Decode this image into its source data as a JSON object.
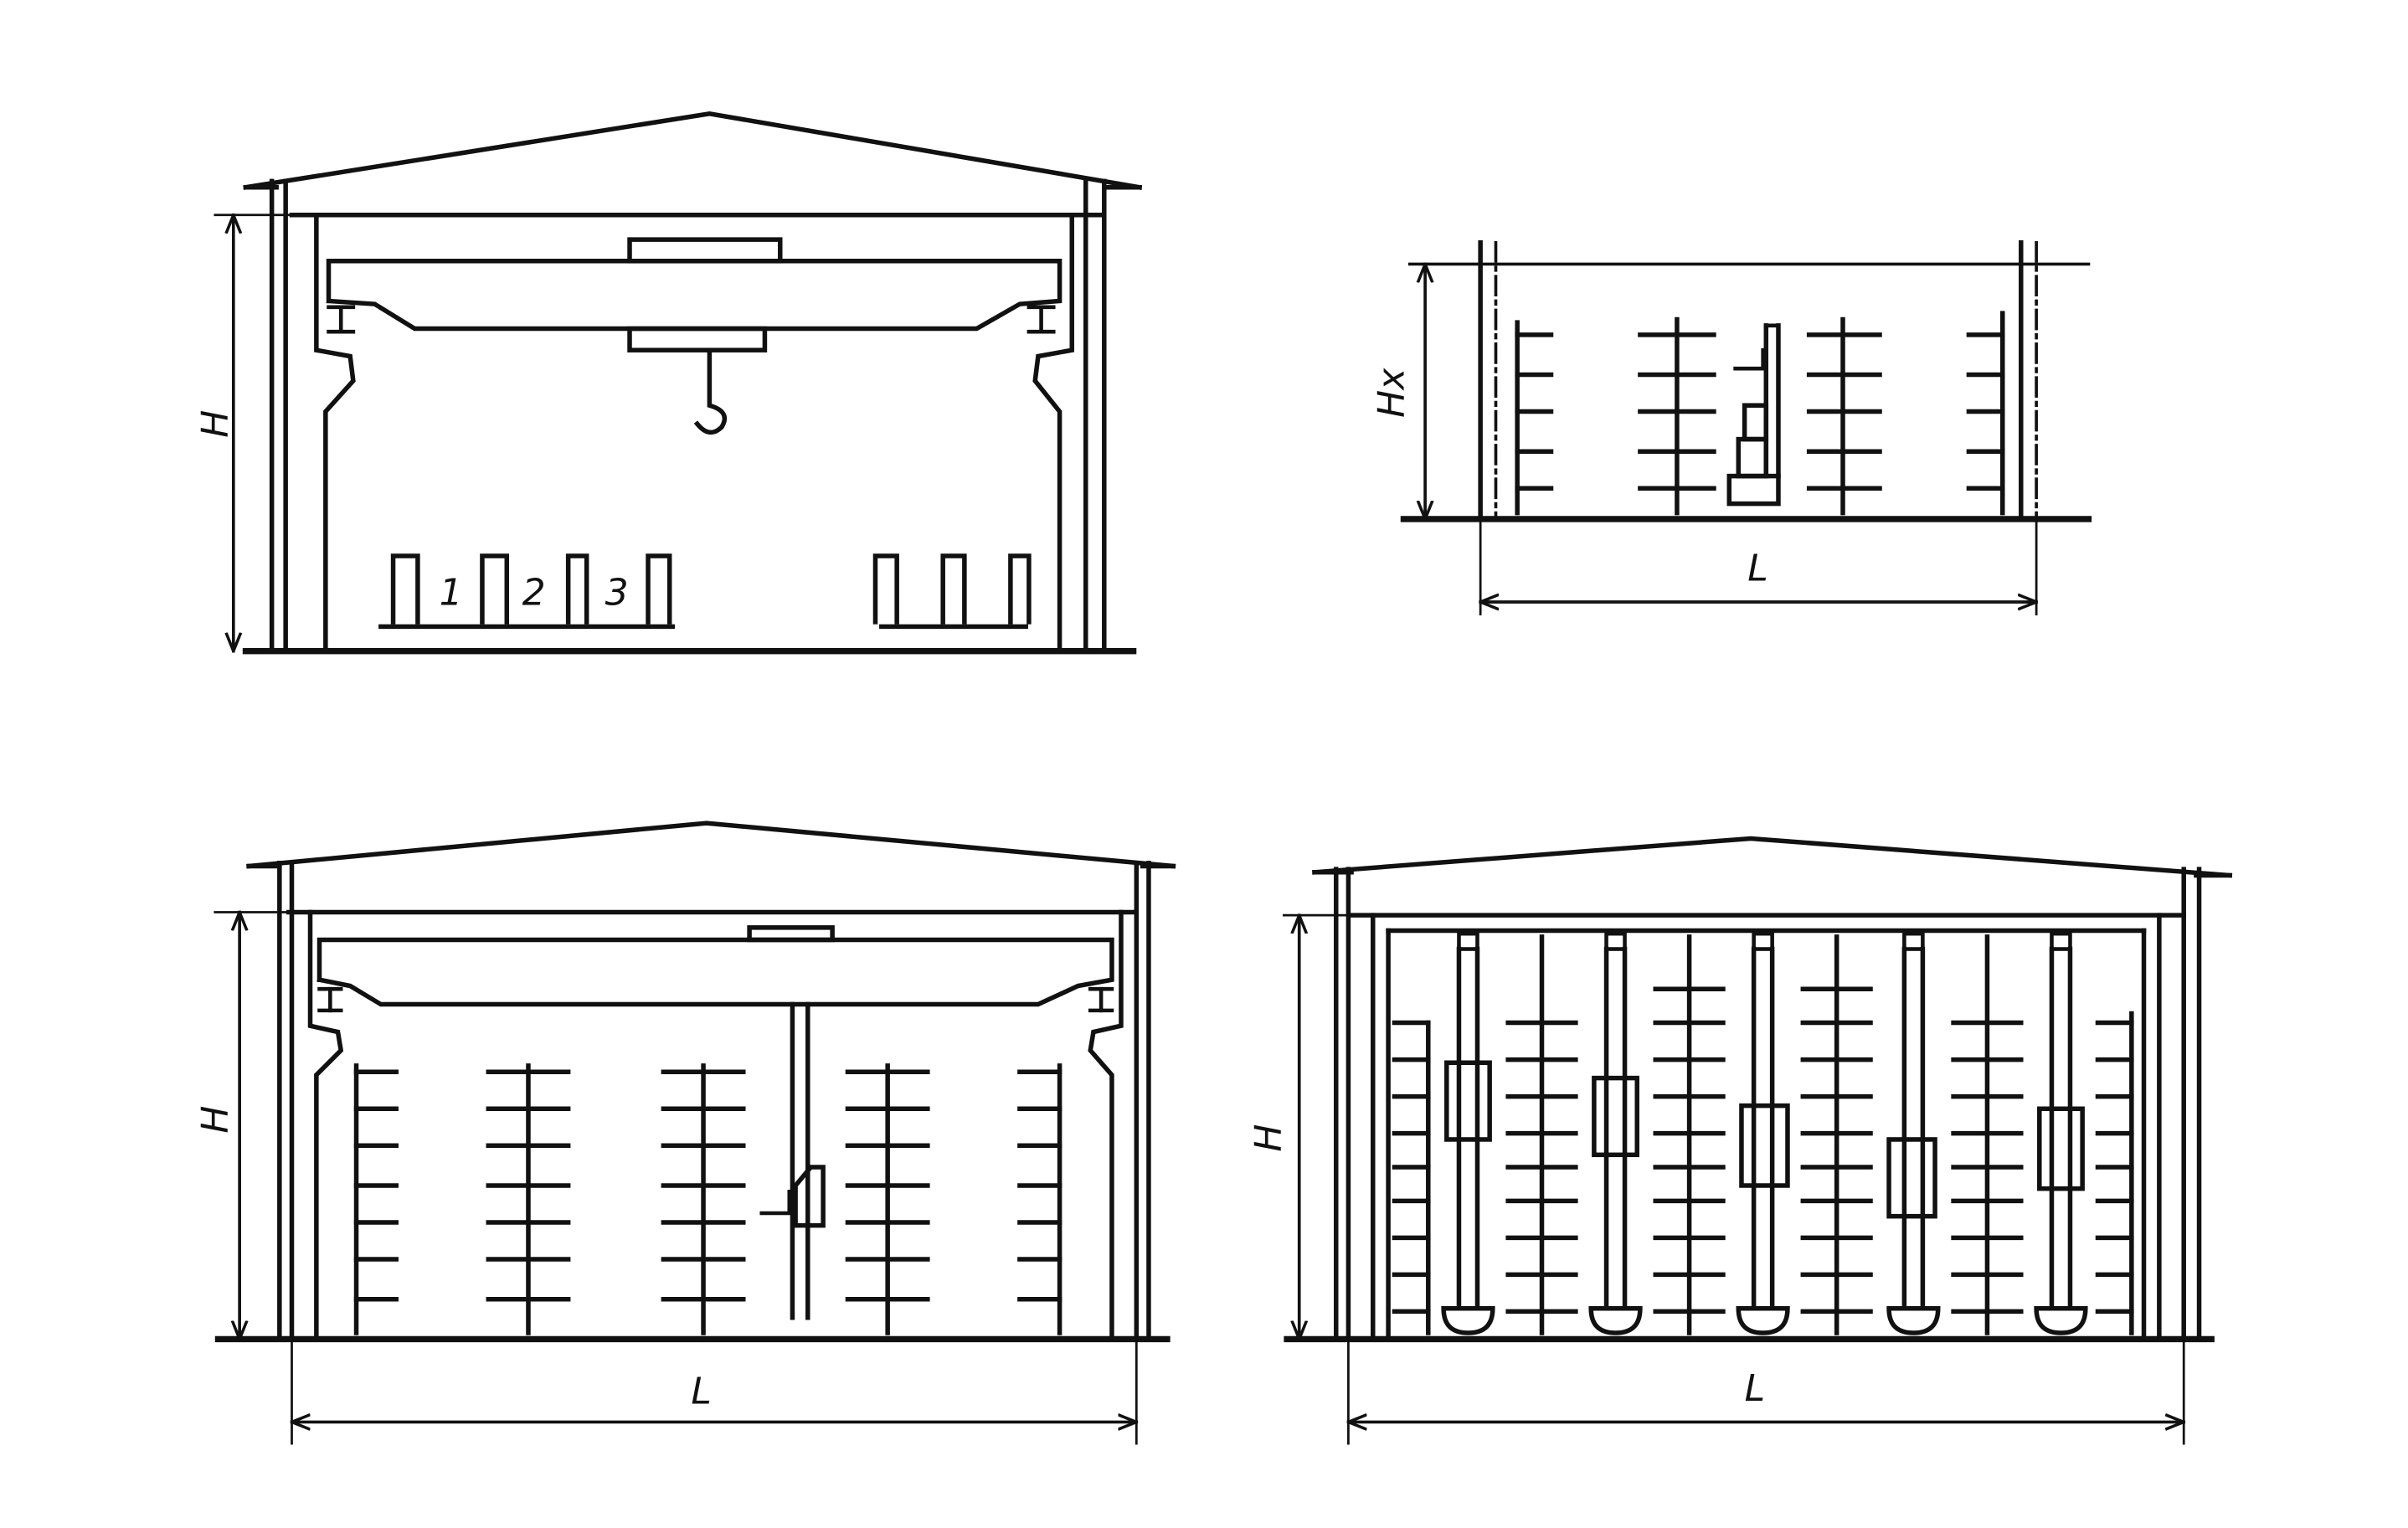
{
  "diagrams": [
    {
      "id": "a",
      "description_type": "warehouse-bridge-crane-floor-storage",
      "labels": {
        "height": "H",
        "rack_numbers": [
          "1",
          "2",
          "3"
        ]
      }
    },
    {
      "id": "b",
      "description_type": "warehouse-stacker-low",
      "labels": {
        "height": "Hx",
        "length": "L"
      }
    },
    {
      "id": "c",
      "description_type": "warehouse-crane-stacker-racks",
      "labels": {
        "height": "H",
        "length": "L"
      }
    },
    {
      "id": "d",
      "description_type": "warehouse-rack-stackers",
      "labels": {
        "height": "H",
        "length": "L"
      }
    }
  ]
}
